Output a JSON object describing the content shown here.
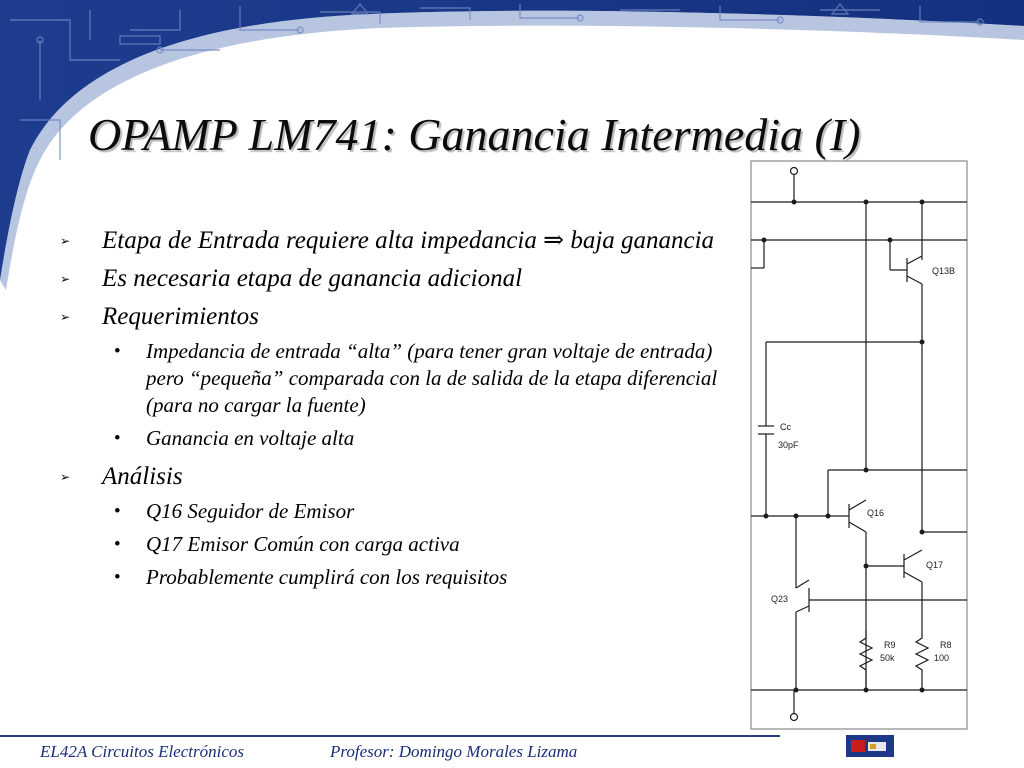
{
  "slide": {
    "title": "OPAMP LM741: Ganancia Intermedia (I)",
    "bullets": [
      {
        "text": "Etapa de Entrada requiere alta impedancia ⇒ baja ganancia"
      },
      {
        "text": "Es necesaria etapa de ganancia adicional"
      },
      {
        "text": "Requerimientos"
      },
      {
        "text": "Análisis"
      }
    ],
    "requerimientos": [
      "Impedancia de entrada “alta” (para tener gran voltaje de entrada) pero “pequeña” comparada con la de salida de la etapa diferencial (para no cargar la fuente)",
      "Ganancia en voltaje alta"
    ],
    "analisis": [
      "Q16 Seguidor de Emisor",
      "Q17 Emisor Común con carga activa",
      "Probablemente cumplirá con los requisitos"
    ],
    "bullet_marker": "➢",
    "sub_marker": "•"
  },
  "circuit": {
    "labels": {
      "q13b": "Q13B",
      "cc": "Cc",
      "cc_value": "30pF",
      "q16": "Q16",
      "q17": "Q17",
      "q23": "Q23",
      "r9": "R9",
      "r9_value": "50k",
      "r8": "R8",
      "r8_value": "100"
    }
  },
  "footer": {
    "course": "EL42A Circuitos Electrónicos",
    "professor": "Profesor: Domingo Morales Lizama"
  },
  "colors": {
    "banner": "#14317f",
    "footer_text": "#1a2e78",
    "circuit_line": "#1c1c1c"
  }
}
